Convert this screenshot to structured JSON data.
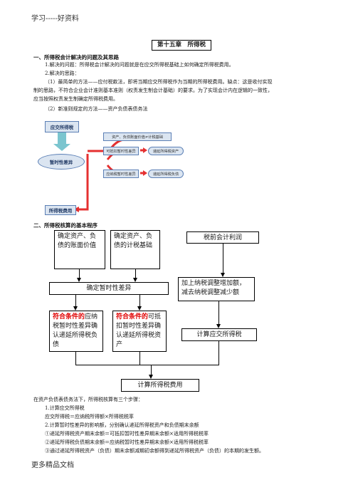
{
  "header": {
    "text": "学习-----好资料"
  },
  "chapter_title": "第十五章　所得税",
  "section1": {
    "heading": "一、所得税会计解决的问题及其思路",
    "lines": [
      "1.解决的问题：所得税会计解决的问题就是在应交所得税基础上如何确定所得税费用。",
      "2.解决的思路：",
      "（1）最简单的方法——应付税款法，即将当期应交所得税作为当期的所得税费用。缺点：这是收付实现",
      "制的思路，不符合企业会计准则基本准则（权责发生制会计基础）的要求。为了实现会计内在逻辑的一致性，",
      "应当按照权责发生制确定所得税费用。",
      "（2）新准则规定的方法——资产负债表债务法"
    ]
  },
  "diagram1": {
    "top": "应交所得税",
    "center": "暂时性差异",
    "right_top": "资产、负债账面价值≠计税基础",
    "left_boxes": [
      "可抵扣暂时性差异",
      "应纳税暂时性差异"
    ],
    "right_boxes": [
      "递延所得税资产",
      "递延所得税负债"
    ],
    "bottom": "所得税费用"
  },
  "section2": {
    "heading": "二、所得税核算的基本程序"
  },
  "flow": {
    "asset_liability_book": "确定资产、负债的账面价值",
    "asset_liability_tax": "确定资产、负债的计税基础",
    "pretax_profit": "税前会计利润",
    "temp_diff": "确定暂时性差异",
    "adjust": "加上纳税调整增加额，减去纳税调整减少额",
    "dtl_red": "符合条件的",
    "dtl_rest": "应纳税暂时性差异确认递延所得税负债",
    "dta_red": "符合条件的",
    "dta_rest": "可抵扣暂时性差异确认递延所得税资产",
    "tax_payable": "计算应交所得税",
    "tax_expense": "计算所得税费用"
  },
  "section3": {
    "lines": [
      "在资产负债表债务法下，所得税核算有三个步骤：",
      "1.计算应交所得税",
      "应交所得税＝应纳税所得额×所得税税率",
      "2.计算暂时性差异的影响额，分别确认递延所得税资产和负债期末余额",
      "①递延所得税资产期末余额＝可抵扣暂时性差异期末余额×适用所得税税率",
      "②递延所得税负债期末余额＝应纳税暂时性差异期末余额×适用所得税税率",
      "③通过递延所得税资产（负债）期末余额减期初余额得到递延所得税资产（负债）的本期的发生额。"
    ]
  },
  "footer": {
    "text": "更多精品文档"
  },
  "colors": {
    "blue_fill": "#dbe5f1",
    "blue_border": "#5b7fb5",
    "arrow_teal": "#7bc5cf",
    "arrow_red": "#e53030",
    "emphasis_red": "#e00000"
  }
}
